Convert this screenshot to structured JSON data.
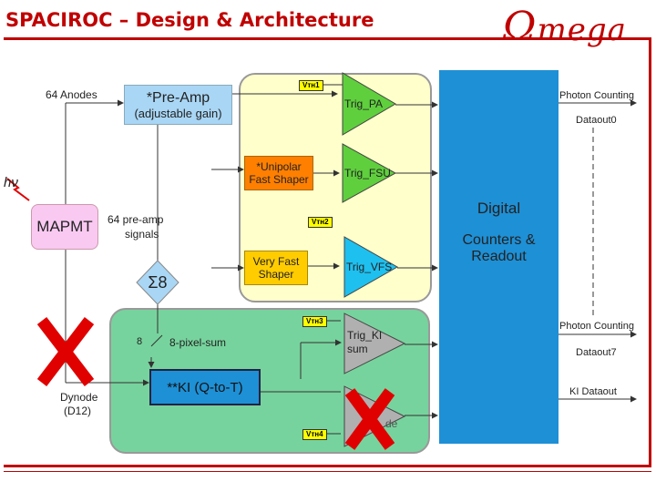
{
  "header": {
    "title": "SPACIROC – Design & Architecture",
    "logo_text": "Omega"
  },
  "blocks": {
    "preamp": {
      "line1": "*Pre-Amp",
      "line2": "(adjustable gain)"
    },
    "mapmt": "MAPMT",
    "sum8": "Σ8",
    "unipolar": {
      "line1": "*Unipolar",
      "line2": "Fast Shaper"
    },
    "veryfast": {
      "line1": "Very Fast",
      "line2": "Shaper"
    },
    "ki": "**KI (Q-to-T)",
    "digital": {
      "line1": "Digital",
      "line2": "Counters &",
      "line3": "Readout"
    }
  },
  "discriminators": {
    "trig_pa": "Trig_PA",
    "trig_fsu": "Trig_FSU",
    "trig_vfs": "Trig_VFS",
    "trig_ki": {
      "line1": "Trig_KI",
      "line2": "sum"
    },
    "trig_ki_dt": "de"
  },
  "thresholds": {
    "vth1": "Vᴛʜ1",
    "vth2": "Vᴛʜ2",
    "vth3": "Vᴛʜ3",
    "vth4": "Vᴛʜ4"
  },
  "labels": {
    "anodes": "64 Anodes",
    "hv": "hν",
    "preamp_signals": {
      "line1": "64 pre-amp",
      "line2": "signals"
    },
    "pixel_sum_count": "8",
    "pixel_sum": "8-pixel-sum",
    "dynode": {
      "line1": "Dynode",
      "line2": "(D12)"
    }
  },
  "outputs": {
    "photon_counting_1": "Photon Counting",
    "dataout0": "Dataout0",
    "photon_counting_2": "Photon Counting",
    "dataout7": "Dataout7",
    "ki_dataout": "KI Dataout"
  },
  "colors": {
    "title": "#c00000",
    "preamp": "#a9d6f5",
    "mapmt": "#f9c9f2",
    "sum8": "#a9d6f5",
    "unipolar": "#ff7f00",
    "veryfast": "#ffcc00",
    "ki": "#1e90d6",
    "digital": "#1e90d6",
    "trig_pa": "#5fcf3d",
    "trig_fsu": "#5fcf3d",
    "trig_vfs": "#1ec0ef",
    "trig_ki": "#b0b0b0",
    "cross": "#e00000",
    "yellow_region": "#ffffcc",
    "green_region": "#77d39d"
  }
}
